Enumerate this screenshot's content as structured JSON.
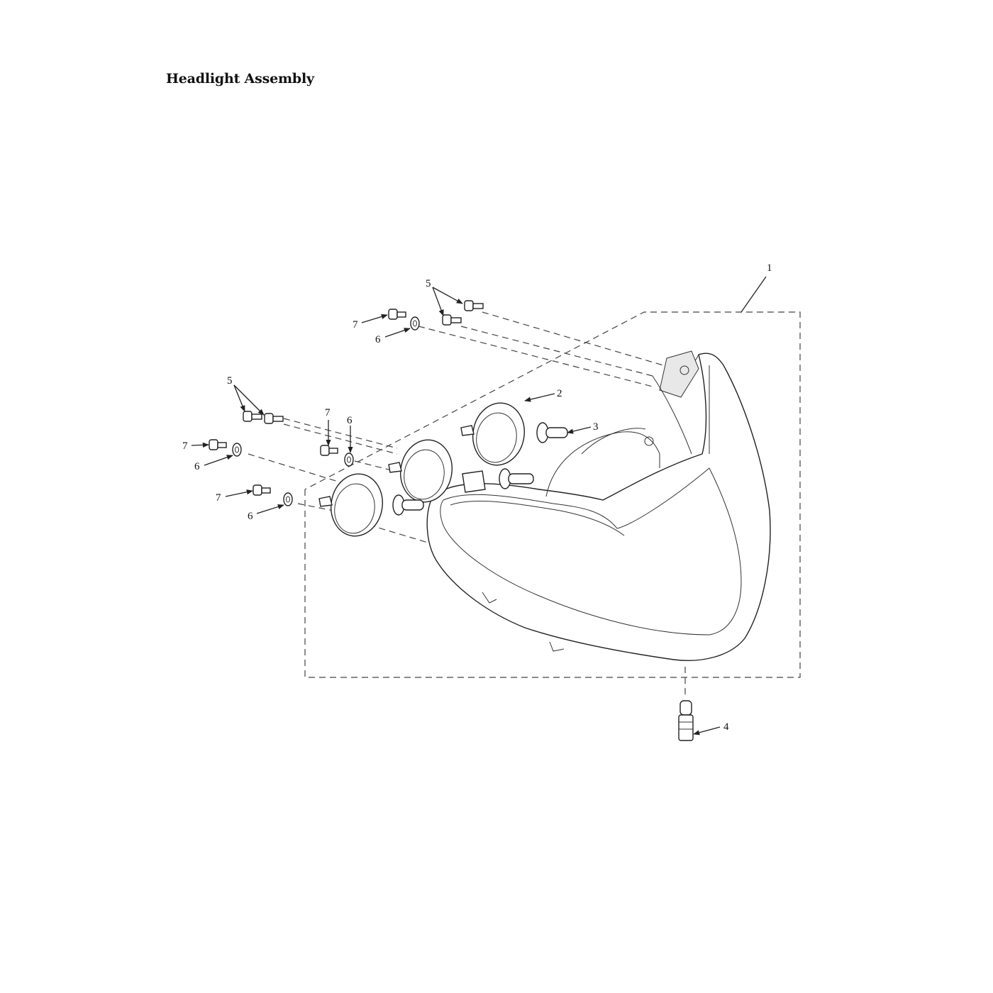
{
  "title": "Headlight Assembly",
  "callouts": {
    "c1": "1",
    "c2": "2",
    "c3": "3",
    "c4": "4",
    "c5a": "5",
    "c5b": "5",
    "c6a": "6",
    "c6b": "6",
    "c6c": "6",
    "c6d": "6",
    "c7a": "7",
    "c7b": "7",
    "c7c": "7",
    "c7d": "7"
  }
}
